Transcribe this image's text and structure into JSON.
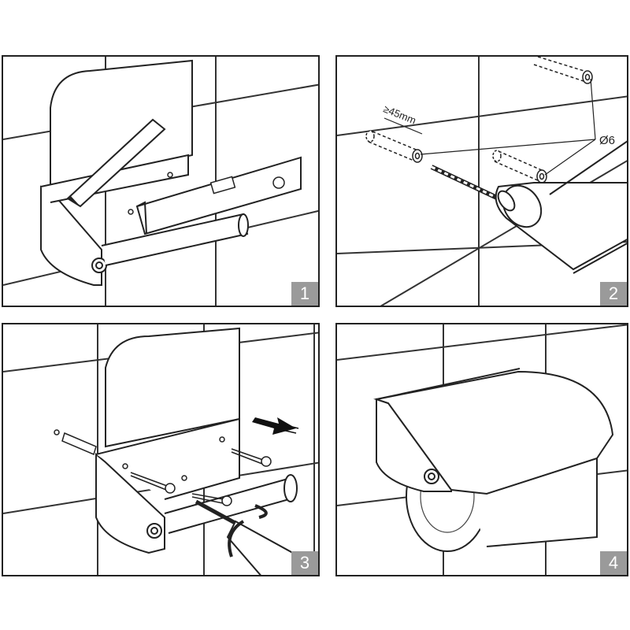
{
  "steps": [
    {
      "number": "1",
      "action": "mark-holes"
    },
    {
      "number": "2",
      "action": "drill-holes"
    },
    {
      "number": "3",
      "action": "screw-mount"
    },
    {
      "number": "4",
      "action": "finished"
    }
  ],
  "labels": {
    "depth": "≥45mm",
    "diameter": "Ø6"
  },
  "colors": {
    "line": "#222222",
    "grid": "#333333",
    "badge": "#9a9a9a"
  }
}
